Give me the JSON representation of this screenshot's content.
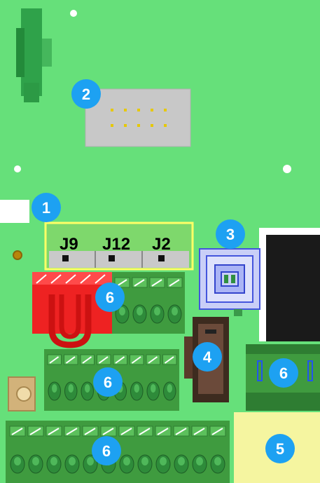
{
  "board": {
    "header_labels": [
      "J9",
      "J12",
      "J2"
    ]
  },
  "callouts": [
    {
      "id": "callout-1",
      "number": "1",
      "target": "jumper-header-block"
    },
    {
      "id": "callout-2",
      "number": "2",
      "target": "ribbon-header"
    },
    {
      "id": "callout-3",
      "number": "3",
      "target": "usb-b-port"
    },
    {
      "id": "callout-4",
      "number": "4",
      "target": "usb-c-connector"
    },
    {
      "id": "callout-5",
      "number": "5",
      "target": "yellow-pad"
    },
    {
      "id": "callout-6a",
      "number": "6",
      "target": "terminal-block"
    },
    {
      "id": "callout-6b",
      "number": "6",
      "target": "terminal-block"
    },
    {
      "id": "callout-6c",
      "number": "6",
      "target": "terminal-block"
    },
    {
      "id": "callout-6d",
      "number": "6",
      "target": "terminal-block"
    }
  ],
  "colors": {
    "board": "#66e07a",
    "callout": "#1da1f2",
    "header_outline": "#ffff66",
    "terminal_green": "#3f9b3f",
    "red_block": "#ee2222",
    "usb_blue": "#5566ee",
    "pad_yellow": "#f5f5a0",
    "ribbon_grey": "#c8c8c8"
  }
}
